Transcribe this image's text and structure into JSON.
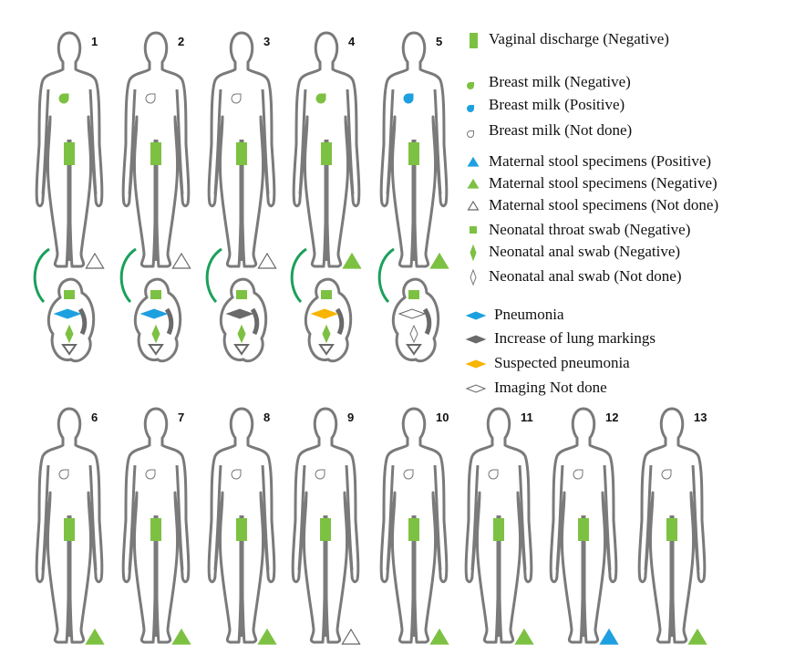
{
  "colors": {
    "green": "#7dc142",
    "blue": "#1ea0e0",
    "gray": "#6a6a6a",
    "yellow": "#f7b500",
    "outline": "#7a7a7a",
    "arc": "#1aa05a"
  },
  "legend": [
    {
      "marker": "vaginal",
      "label": "Vaginal discharge (Negative)"
    },
    {
      "marker": "breast-negative",
      "label": "Breast milk (Negative)"
    },
    {
      "marker": "breast-positive",
      "label": "Breast milk (Positive)"
    },
    {
      "marker": "breast-notdone",
      "label": "Breast milk (Not done)"
    },
    {
      "marker": "stool-positive",
      "label": "Maternal stool specimens (Positive)"
    },
    {
      "marker": "stool-negative",
      "label": "Maternal stool specimens (Negative)"
    },
    {
      "marker": "stool-notdone",
      "label": "Maternal stool specimens (Not done)"
    },
    {
      "marker": "throat-negative",
      "label": "Neonatal throat swab (Negative)"
    },
    {
      "marker": "anal-negative",
      "label": "Neonatal anal swab (Negative)"
    },
    {
      "marker": "anal-notdone",
      "label": "Neonatal anal swab (Not done)"
    },
    {
      "marker": "img-pneumonia",
      "label": "Pneumonia"
    },
    {
      "marker": "img-markings",
      "label": "Increase of lung markings"
    },
    {
      "marker": "img-suspected",
      "label": "Suspected pneumonia"
    },
    {
      "marker": "img-notdone",
      "label": "Imaging Not done"
    }
  ],
  "patients": [
    {
      "id": "1",
      "breast": "negative",
      "stool": "notdone",
      "neonate": {
        "throat": "negative",
        "anal": "negative",
        "imaging": "pneumonia"
      }
    },
    {
      "id": "2",
      "breast": "notdone",
      "stool": "notdone",
      "neonate": {
        "throat": "negative",
        "anal": "negative",
        "imaging": "pneumonia"
      }
    },
    {
      "id": "3",
      "breast": "notdone",
      "stool": "notdone",
      "neonate": {
        "throat": "negative",
        "anal": "negative",
        "imaging": "markings"
      }
    },
    {
      "id": "4",
      "breast": "negative",
      "stool": "negative",
      "neonate": {
        "throat": "negative",
        "anal": "negative",
        "imaging": "suspected"
      }
    },
    {
      "id": "5",
      "breast": "positive",
      "stool": "negative",
      "neonate": {
        "throat": "negative",
        "anal": "notdone",
        "imaging": "notdone"
      }
    },
    {
      "id": "6",
      "breast": "notdone",
      "stool": "negative"
    },
    {
      "id": "7",
      "breast": "notdone",
      "stool": "negative"
    },
    {
      "id": "8",
      "breast": "notdone",
      "stool": "negative"
    },
    {
      "id": "9",
      "breast": "notdone",
      "stool": "notdone"
    },
    {
      "id": "10",
      "breast": "notdone",
      "stool": "negative"
    },
    {
      "id": "11",
      "breast": "notdone",
      "stool": "negative"
    },
    {
      "id": "12",
      "breast": "notdone",
      "stool": "positive"
    },
    {
      "id": "13",
      "breast": "notdone",
      "stool": "negative"
    }
  ]
}
